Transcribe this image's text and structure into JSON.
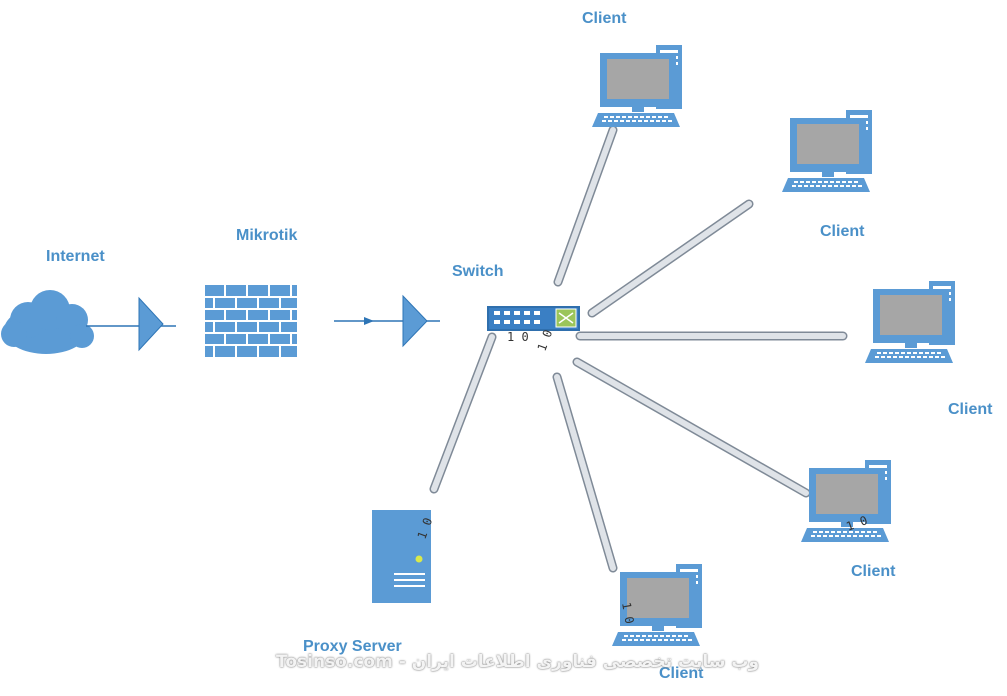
{
  "colors": {
    "label": "#4a90c8",
    "device": "#5b9bd5",
    "device_dark": "#3f7fbf",
    "screen": "#a6a6a6",
    "cable_fill": "#dfe3e8",
    "cable_stroke": "#7f8a97"
  },
  "labels": {
    "internet": "Internet",
    "mikrotik": "Mikrotik",
    "switch": "Switch",
    "proxy_server": "Proxy Server",
    "client": "Client"
  },
  "port_marks": {
    "switch_left": "1 0",
    "switch_right": "1 0",
    "proxy": "1 0",
    "client_right": "1 0",
    "client_bottom": "1 0"
  },
  "watermark": "Tosinso.com - وب سایت تخصصی فناوری اطلاعات ایران",
  "icons": {
    "internet": "cloud-icon",
    "mikrotik": "firewall-icon",
    "switch": "network-switch-icon",
    "proxy": "server-tower-icon",
    "client": "desktop-computer-icon"
  }
}
